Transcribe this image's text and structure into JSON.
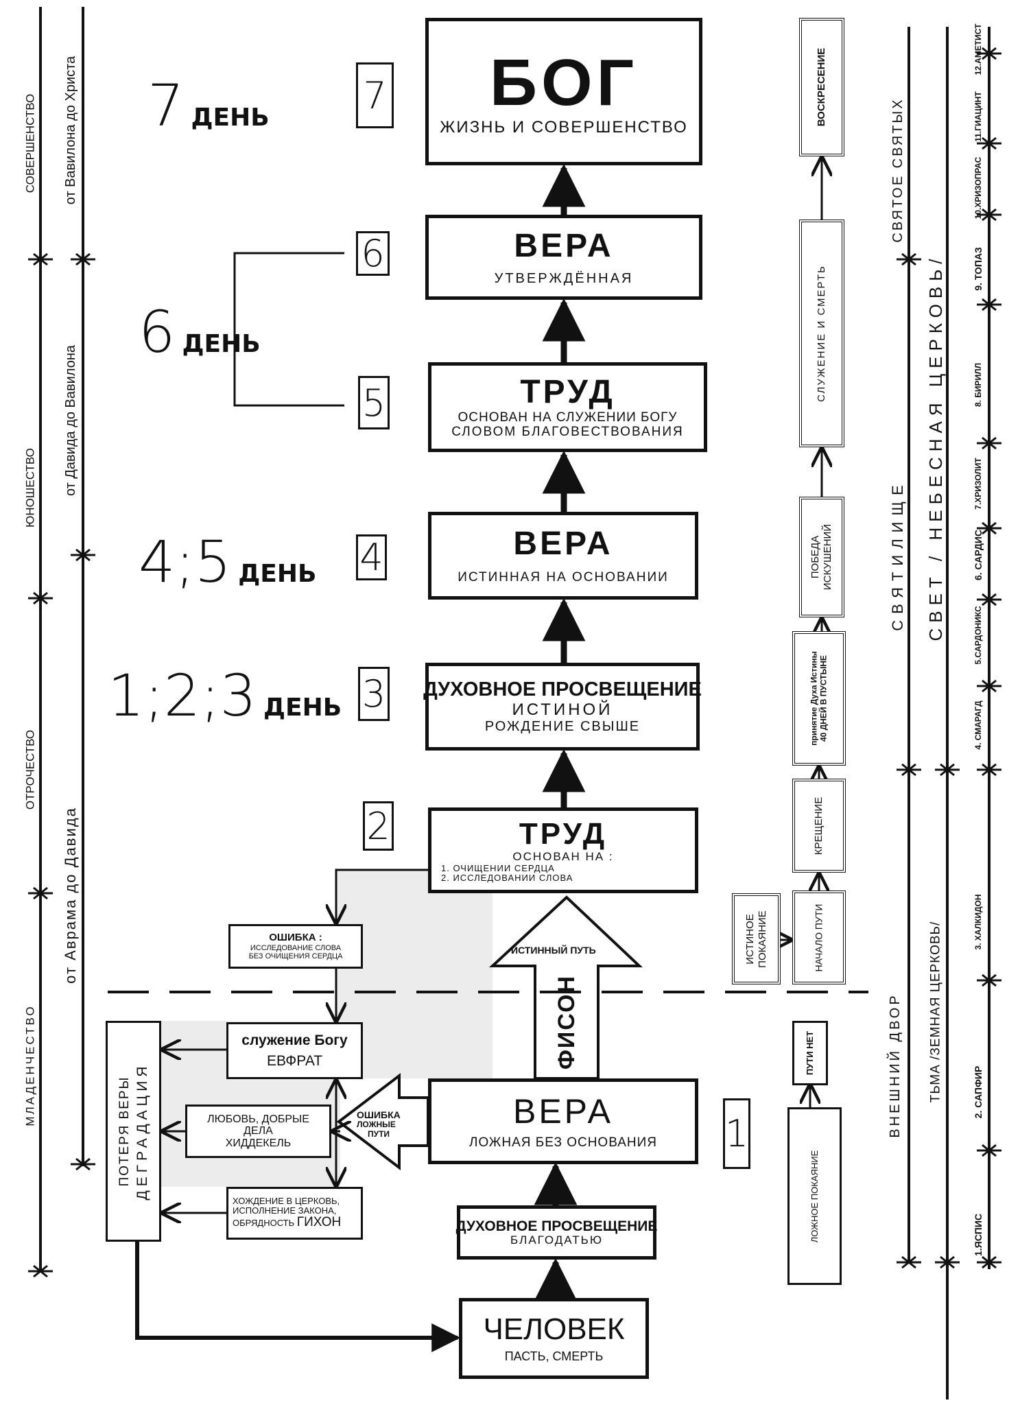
{
  "center": {
    "god": {
      "title": "БОГ",
      "subtitle": "ЖИЗНЬ И СОВЕРШЕНСТВО",
      "number": "7",
      "day": "7",
      "day_word": "ДЕНЬ"
    },
    "faith6": {
      "title": "ВЕРА",
      "subtitle": "УТВЕРЖДЁННАЯ",
      "number": "6"
    },
    "day6": {
      "day": "6",
      "day_word": "ДЕНЬ"
    },
    "labor5": {
      "title": "ТРУД",
      "line1": "ОСНОВАН НА СЛУЖЕНИИ БОГУ",
      "line2": "СЛОВОМ БЛАГОВЕСТВОВАНИЯ",
      "number": "5"
    },
    "faith4": {
      "title": "ВЕРА",
      "subtitle": "ИСТИННАЯ НА ОСНОВАНИИ",
      "number": "4",
      "day": "4;5",
      "day_word": "ДЕНЬ"
    },
    "enlight3": {
      "title": "ДУХОВНОЕ ПРОСВЕЩЕНИЕ",
      "line1": "ИСТИНОЙ",
      "line2": "РОЖДЕНИЕ СВЫШЕ",
      "number": "3",
      "day": "1;2;3",
      "day_word": "ДЕНЬ"
    },
    "labor2": {
      "title": "ТРУД",
      "line1": "ОСНОВАН НА :",
      "item1": "1.  ОЧИЩЕНИИ СЕРДЦА",
      "item2": "2.  ИССЛЕДОВАНИИ СЛОВА",
      "number": "2"
    },
    "true_path": {
      "label": "ИСТИННЫЙ ПУТЬ",
      "river": "ФИСОН"
    },
    "faith1": {
      "title": "ВЕРА",
      "subtitle": "ЛОЖНАЯ БЕЗ ОСНОВАНИЯ",
      "number": "1"
    },
    "enlight_grace": {
      "title": "ДУХОВНОЕ ПРОСВЕЩЕНИЕ",
      "subtitle": "БЛАГОДАТЬЮ"
    },
    "man": {
      "title": "ЧЕЛОВЕК",
      "subtitle": "ПАСТЬ, СМЕРТЬ"
    }
  },
  "left_branch": {
    "error_box": {
      "title": "ОШИБКА :",
      "line1": "ИССЛЕДОВАНИЕ СЛОВА",
      "line2": "БЕЗ ОЧИЩЕНИЯ СЕРДЦА"
    },
    "service": {
      "line1": "служение Богу",
      "line2": "ЕВФРАТ"
    },
    "love": {
      "line1": "ЛЮБОВЬ, ДОБРЫЕ",
      "line2": "ДЕЛА",
      "line3": "ХИДДЕКЕЛЬ"
    },
    "church": {
      "line1": "ХОЖДЕНИЕ В ЦЕРКОВЬ,",
      "line2": "ИСПОЛНЕНИЕ ЗАКОНА,",
      "line3": "ОБРЯДНОСТЬ",
      "river": "ГИХОН"
    },
    "false_arrow": {
      "line1": "ОШИБКА",
      "line2": "ЛОЖНЫЕ",
      "line3": "ПУТИ"
    },
    "degradation": {
      "line1": "ПОТЕРЯ ВЕРЫ",
      "line2": "ДЕГРАДАЦИЯ"
    }
  },
  "left_timeline": {
    "ages": [
      "СОВЕРШЕНСТВО",
      "ЮНОШЕСТВО",
      "ОТРОЧЕСТВО",
      "МЛАДЕНЧЕСТВО"
    ],
    "periods": [
      "от Вавилона до Христа",
      "от Давида до Вавилона",
      "от Аврама до Давида"
    ]
  },
  "right_path": {
    "resurrection": "ВОСКРЕСЕНИЕ",
    "service_death": "СЛУЖЕНИЕ И СМЕРТЬ",
    "victory": [
      "ПОБЕДА",
      "ИСКУШЕНИЙ"
    ],
    "spirit": [
      "принятие Духа Истины",
      "40 ДНЕЙ В ПУСТЫНЕ"
    ],
    "baptism": "КРЕЩЕНИЕ",
    "path_start": "НАЧАЛО ПУТИ",
    "true_repentance": [
      "ИСТИНОЕ",
      "ПОКАЯНИЕ"
    ],
    "no_path": "ПУТИ НЕТ",
    "false_repentance": "ЛОЖНОЕ ПОКАЯНИЕ"
  },
  "right_timeline": {
    "temple": [
      "СВЯТОЕ СВЯТЫХ",
      "СВЯТИЛИЩЕ",
      "ВНЕШНИЙ ДВОР"
    ],
    "church": [
      "СВЕТ / НЕБЕСНАЯ ЦЕРКОВЬ/",
      "ТЬМА /ЗЕМНАЯ ЦЕРКОВЬ/"
    ],
    "stones": [
      "1.ЯСПИС",
      "2. САПФИР",
      "3. ХАЛКИДОН",
      "4. СМАРАГД",
      "5.САРДОНИКС",
      "6. САРДИС",
      "7.ХРИЗОЛИТ",
      "8.  БИРИЛЛ",
      "9. ТОПАЗ",
      "10.ХРИЗОПРАС",
      "11.ГИАЦИНТ",
      "12.АМЕТИСТ"
    ]
  },
  "colors": {
    "ink": "#111111",
    "shade": "#ececec",
    "paper": "#ffffff"
  }
}
